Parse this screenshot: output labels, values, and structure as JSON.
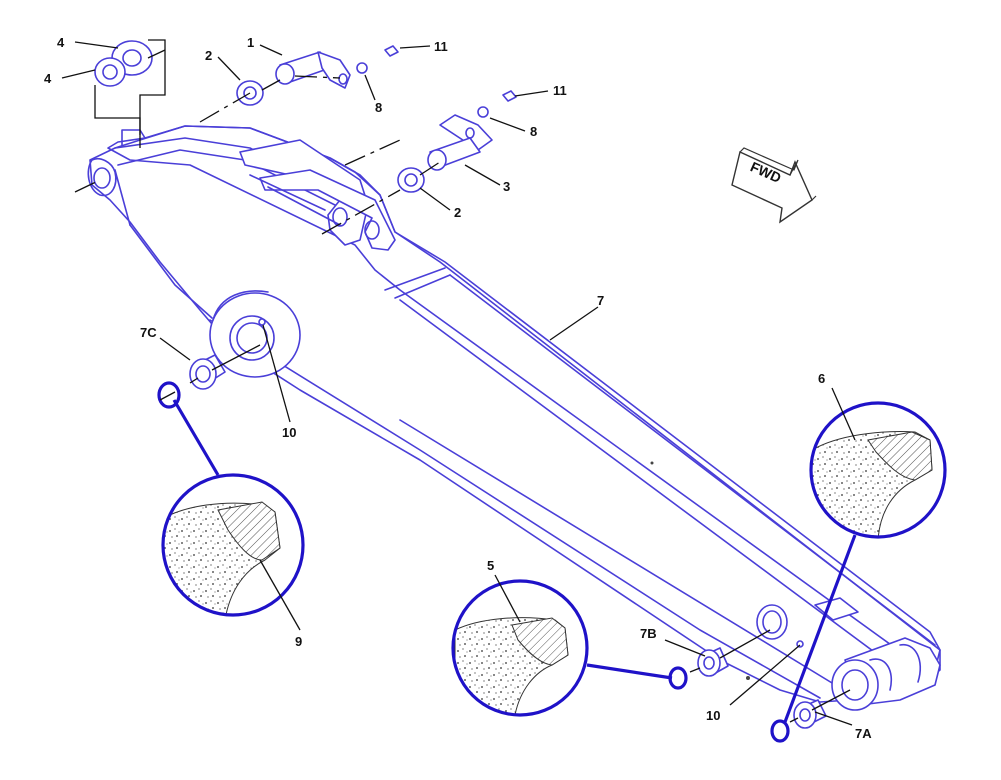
{
  "labels": {
    "l4a": "4",
    "l4b": "4",
    "l2a": "2",
    "l1": "1",
    "l11a": "11",
    "l8a": "8",
    "l11b": "11",
    "l8b": "8",
    "l3": "3",
    "l2b": "2",
    "l7": "7",
    "l7c": "7C",
    "l10a": "10",
    "l6": "6",
    "l9": "9",
    "l5": "5",
    "l7b": "7B",
    "l10b": "10",
    "l7a": "7A"
  },
  "arrow": {
    "text": "FWD"
  },
  "colors": {
    "line": "#4a3fd8",
    "callout": "#1f12c8",
    "leader": "#111111"
  }
}
